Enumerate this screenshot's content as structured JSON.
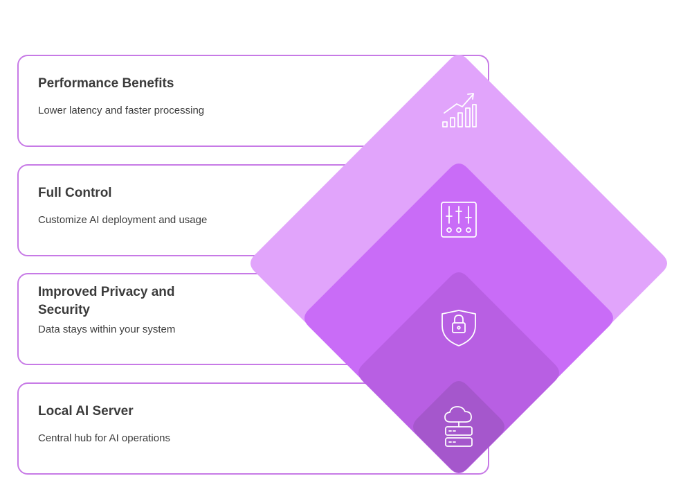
{
  "colors": {
    "card_border": "#c77ae6",
    "text": "#3b3b3b",
    "layer_1": "#e1a4fb",
    "layer_2": "#c96cf7",
    "layer_3": "#b85fe3",
    "layer_4": "#a557cc",
    "icon": "#ffffff"
  },
  "layers": [
    {
      "title": "Performance Benefits",
      "description": "Lower latency and faster processing",
      "icon": "growth-chart-icon"
    },
    {
      "title": "Full Control",
      "description": "Customize AI deployment and usage",
      "icon": "sliders-icon"
    },
    {
      "title_line1": "Improved Privacy and",
      "title_line2": "Security",
      "description": "Data stays within your system",
      "icon": "shield-lock-icon"
    },
    {
      "title": "Local AI Server",
      "description": "Central hub for AI operations",
      "icon": "cloud-server-icon"
    }
  ]
}
